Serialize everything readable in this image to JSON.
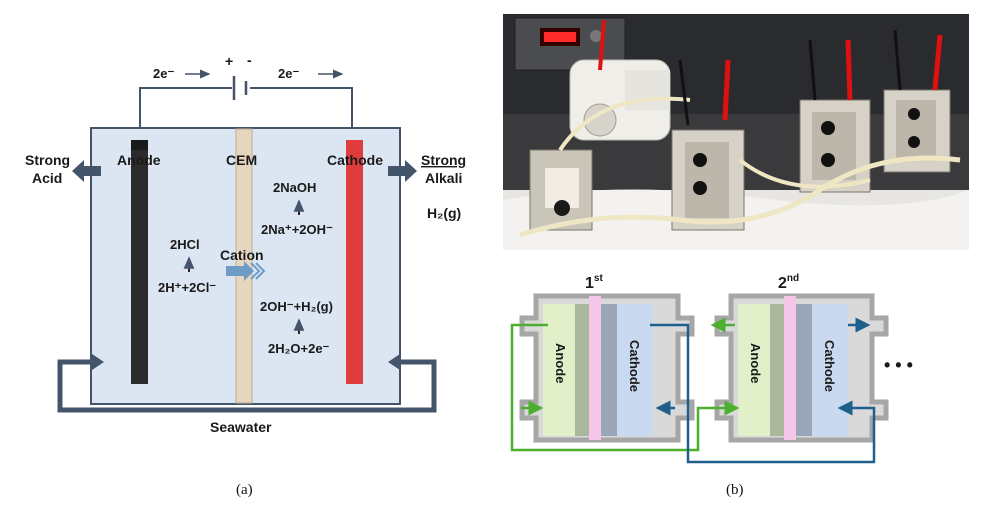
{
  "panel_a": {
    "electrons_left": "2e⁻",
    "electrons_right": "2e⁻",
    "battery_plus": "+",
    "battery_minus": "-",
    "anode_label": "Anode",
    "cem_label": "CEM",
    "cathode_label": "Cathode",
    "strong_acid_1": "Strong",
    "strong_acid_2": "Acid",
    "strong_alkali_1": "Strong",
    "strong_alkali_2": "Alkali",
    "h2_gas": "H₂(g)",
    "naoh": "2NaOH",
    "na_oh_reactants": "2Na⁺+2OH⁻",
    "hcl": "2HCl",
    "h_cl_reactants": "2H⁺+2Cl⁻",
    "cation": "Cation",
    "oh_h2": "2OH⁻+H₂(g)",
    "h2o_e": "2H₂O+2e⁻",
    "seawater": "Seawater",
    "caption": "(a)",
    "colors": {
      "tank_fill": "#dce6f2",
      "tank_stroke": "#44546a",
      "anode": "#2b2b2b",
      "cathode": "#e03c3c",
      "cem": "#e6d6c0",
      "arrow": "#44546a",
      "cation_arrow": "#6d9cc6"
    }
  },
  "panel_b": {
    "photo_alt_icon": "experimental-setup-photo",
    "stage1_label": "1",
    "stage1_sup": "st",
    "stage2_label": "2",
    "stage2_sup": "nd",
    "anode_label_1": "Anode",
    "cathode_label_1": "Cathode",
    "anode_label_2": "Anode",
    "cathode_label_2": "Cathode",
    "ellipsis": "• • •",
    "caption": "(b)",
    "colors": {
      "frame": "#a6a6a6",
      "frame_fill": "#d9d9d9",
      "anode_fill": "#e2f0c9",
      "cathode_fill": "#c9daf0",
      "membrane": "#f5c6e8",
      "green_flow": "#4caf2f",
      "blue_flow": "#1f5f8b"
    }
  }
}
